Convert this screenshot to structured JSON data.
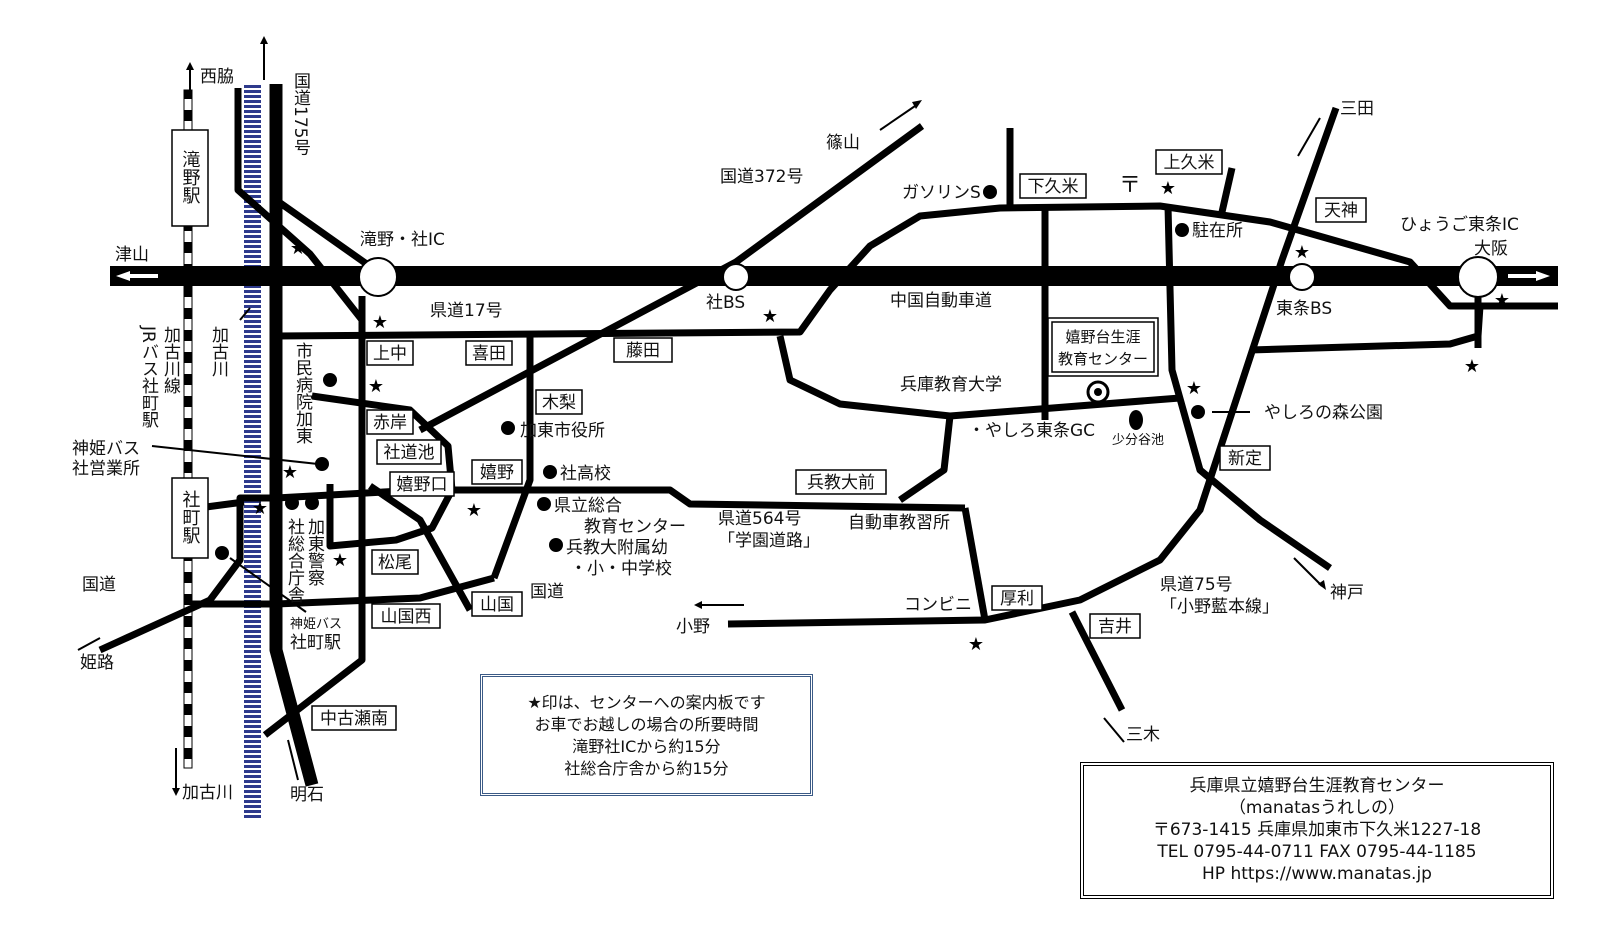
{
  "places": {
    "nishiwaki": "西脇",
    "takino_station": "滝野駅",
    "route175": "国道175号",
    "tsuyama": "津山",
    "takino_yashiro_ic": "滝野・社IC",
    "kakogawa_river": "加古川",
    "jr_bus": "JRバス社町駅",
    "kakogawa_line": "加古川線",
    "kato_hospital": "市民病院加東",
    "shinki_bus_office_1": "神姫バス",
    "shinki_bus_office_2": "社営業所",
    "yashiro_station": "社町駅",
    "kokudo": "国道",
    "himeji": "姫路",
    "sogo_chosha": "社総合庁舎",
    "kato_police": "加東警察",
    "shinki_bus_stn_1": "神姫バス",
    "shinki_bus_stn_2": "社町駅",
    "kakogawa_bottom": "加古川",
    "akashi": "明石",
    "sasayama": "篠山",
    "route372": "国道372号",
    "route17": "県道17号",
    "yashiro_bs": "社BS",
    "city_office": "加東市役所",
    "yashiro_high": "社高校",
    "kenritsu_1": "県立総合",
    "kenritsu_2": "教育センター",
    "hyokyo_fuzoku_1": "兵教大附属幼",
    "hyokyo_fuzoku_2": "・小・中学校",
    "kokudo_mid": "国道",
    "route564_1": "県道564号",
    "route564_2": "「学園道路」",
    "driving_school": "自動車教習所",
    "convenience": "コンビニ",
    "ono": "小野",
    "gas_station": "ガソリンS",
    "expressway": "中国自動車道",
    "hyogo_univ": "兵庫教育大学",
    "center_box_1": "嬉野台生涯",
    "center_box_2": "教育センター",
    "yashiro_gc": "・やしろ東条GC",
    "shobuntani": "少分谷池",
    "chuzaisho": "駐在所",
    "tojo_bs": "東条BS",
    "yashiro_forest": "やしろの森公園",
    "sanda": "三田",
    "hyogo_tojo_ic": "ひょうご東条IC",
    "osaka": "大阪",
    "kobe": "神戸",
    "route75_1": "県道75号",
    "route75_2": "「小野藍本線」",
    "miki": "三木",
    "post_mark": "〒",
    "star": "★"
  },
  "signs": {
    "kaminaka": "上中",
    "kida": "喜田",
    "fujita": "藤田",
    "akagishi": "赤岸",
    "shamichiike": "社道池",
    "kinashi": "木梨",
    "ureshinoguchi": "嬉野口",
    "ureshino": "嬉野",
    "hyokyo_mae": "兵教大前",
    "matsuo": "松尾",
    "yamakuni": "山国",
    "yamakuni_nishi": "山国西",
    "nakafuruse_minami": "中古瀬南",
    "atsuri": "厚利",
    "yoshii": "吉井",
    "shinjo": "新定",
    "tenjin": "天神",
    "shimokume": "下久米",
    "kamikume": "上久米"
  },
  "notice": {
    "line1": "★印は、センターへの案内板です",
    "line2": "お車でお越しの場合の所要時間",
    "line3": "滝野社ICから約15分",
    "line4": "社総合庁舎から約15分"
  },
  "address": {
    "name": "兵庫県立嬉野台生涯教育センター",
    "nickname": "（manatasうれしの）",
    "postal": "〒673-1415  兵庫県加東市下久米1227-18",
    "phone": "TEL 0795-44-0711    FAX 0795-44-1185",
    "hp": "HP https://www.manatas.jp"
  }
}
